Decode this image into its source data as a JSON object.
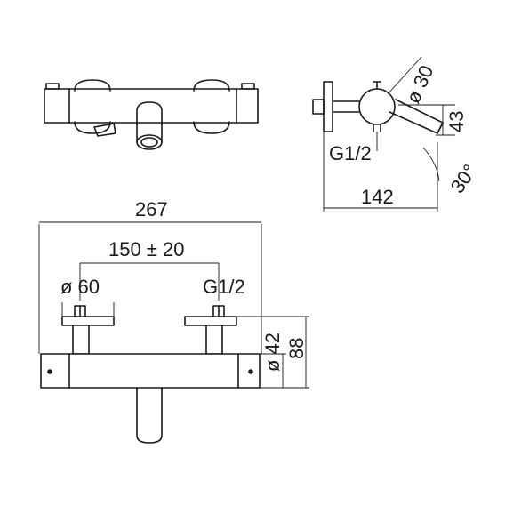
{
  "dimensions": {
    "total_width": "267",
    "spacing": "150 ± 20",
    "handle_diameter": "ø 60",
    "inlet_thread_bottom": "G1/2",
    "body_diameter": "ø 42",
    "total_height": "88",
    "side_diameter": "ø 30",
    "side_depth": "142",
    "side_inlet_thread": "G1/2",
    "spout_offset": "43",
    "spout_angle": "30°"
  }
}
